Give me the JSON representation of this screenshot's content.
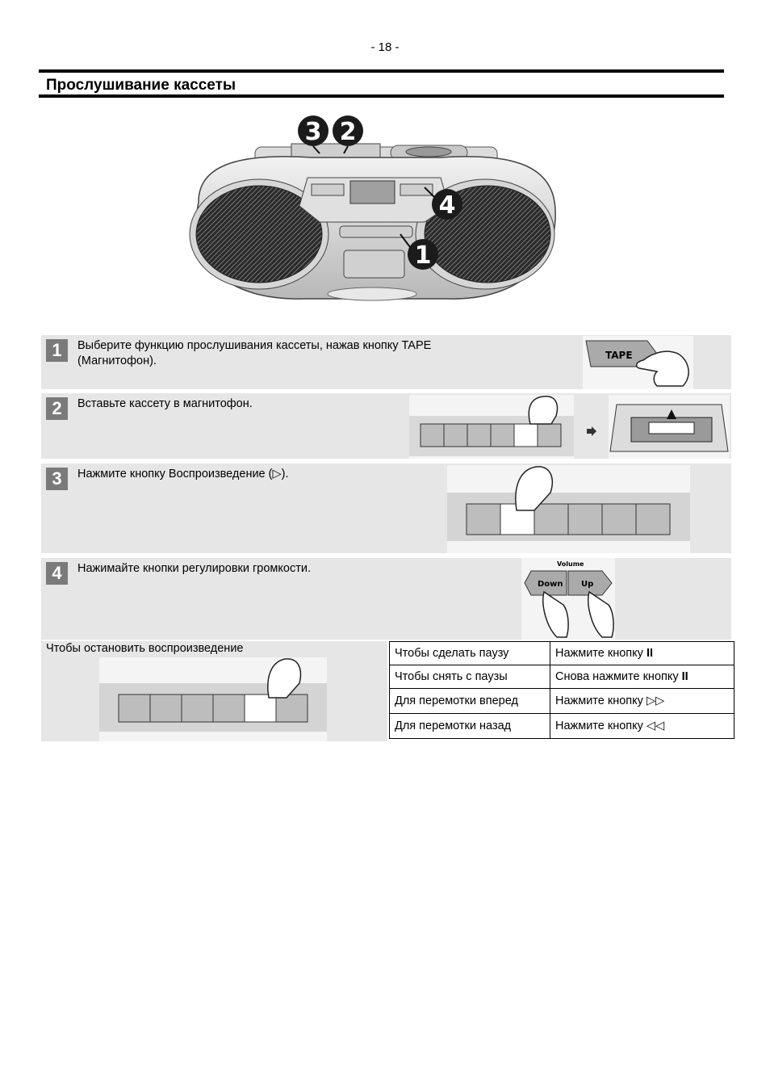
{
  "page_number": "- 18 -",
  "title": "Прослушивание кассеты",
  "boombox": {
    "callouts": [
      "3",
      "2",
      "4",
      "1"
    ]
  },
  "steps": [
    {
      "num": "1",
      "text": "Выберите функцию прослушивания кассеты, нажав кнопку TAPE\n(Магнитофон).",
      "button_label": "TAPE"
    },
    {
      "num": "2",
      "text": "Вставьте кассету в магнитофон."
    },
    {
      "num": "3",
      "text": "Нажмите кнопку Воспроизведение (▷)."
    },
    {
      "num": "4",
      "text": "Нажимайте кнопки регулировки громкости.",
      "vol_title": "Volume",
      "vol_down": "Down",
      "vol_up": "Up"
    }
  ],
  "stop": {
    "label": "Чтобы остановить воспроизведение"
  },
  "ops": [
    {
      "action": "Чтобы сделать паузу",
      "instr": "Нажмите кнопку ",
      "sym": "II"
    },
    {
      "action": "Чтобы снять с паузы",
      "instr": "Снова нажмите кнопку ",
      "sym": "II"
    },
    {
      "action": "Для перемотки вперед",
      "instr": "Нажмите кнопку ",
      "sym": "▷▷"
    },
    {
      "action": "Для перемотки назад",
      "instr": "Нажмите кнопку ",
      "sym": "◁◁"
    }
  ]
}
